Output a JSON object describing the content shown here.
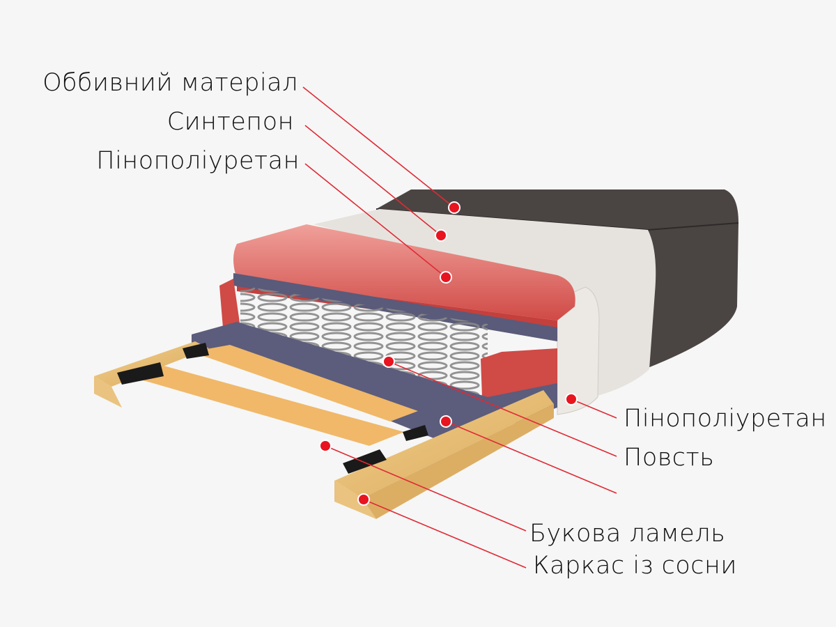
{
  "labels": {
    "upholstery": "Оббивний матеріал",
    "padding": "Синтепон",
    "foam_top": "Пінополіуретан",
    "foam_side": "Пінополіуретан",
    "felt": "Повсть",
    "slat": "Букова ламель",
    "frame": "Каркас із сосни"
  },
  "colors": {
    "accent": "#e8141f",
    "upholstery": "#4a4543",
    "padding": "#e6e3de",
    "foam": "#d9534f",
    "felt": "#5a5a7a",
    "wood": "#e8c27a"
  }
}
